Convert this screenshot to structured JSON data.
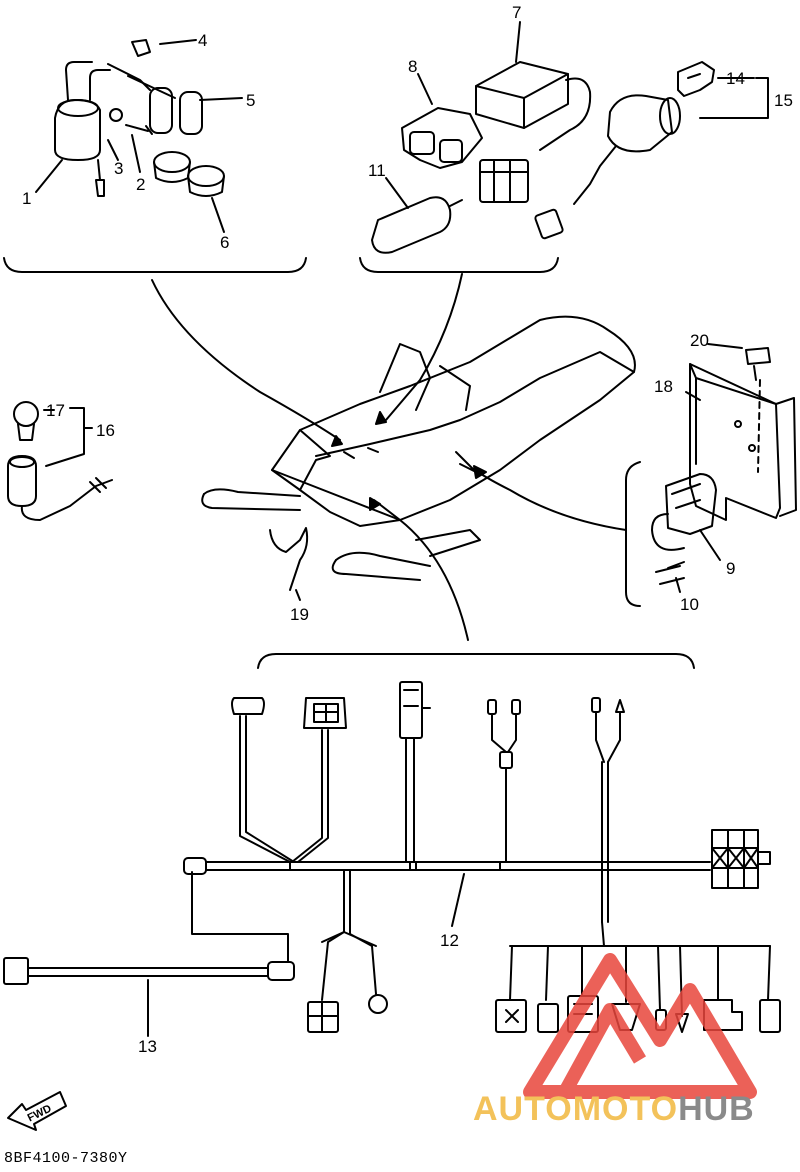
{
  "diagram": {
    "part_numbers": [
      "1",
      "2",
      "3",
      "4",
      "5",
      "6",
      "7",
      "8",
      "9",
      "10",
      "11",
      "12",
      "13",
      "14",
      "15",
      "16",
      "17",
      "18",
      "19",
      "20"
    ],
    "direction_label": "FWD",
    "drawing_code": "8BF4100-7380Y"
  },
  "watermark": {
    "part1": "AUTOMOTO",
    "part2": "HUB",
    "colors": {
      "red": "#e8463c",
      "gold": "#f3c25a",
      "gray": "#8a8a8a"
    }
  }
}
